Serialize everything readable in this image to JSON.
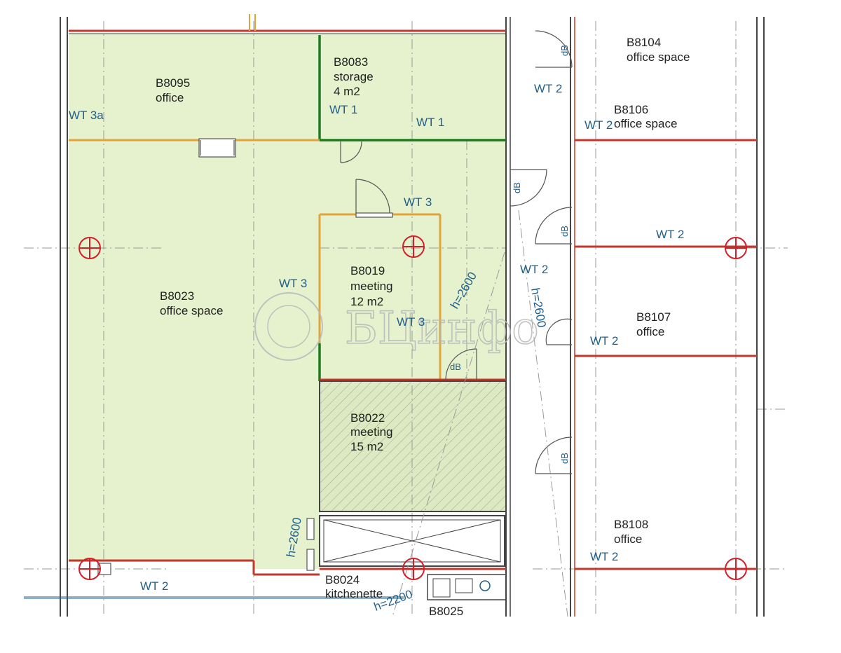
{
  "rooms": [
    {
      "id": "b8095",
      "code": "B8095",
      "lines": [
        "office"
      ]
    },
    {
      "id": "b8083",
      "code": "B8083",
      "lines": [
        "storage",
        "4 m2"
      ]
    },
    {
      "id": "b8023",
      "code": "B8023",
      "lines": [
        "office space"
      ]
    },
    {
      "id": "b8019",
      "code": "B8019",
      "lines": [
        "meeting",
        "12 m2"
      ]
    },
    {
      "id": "b8022",
      "code": "B8022",
      "lines": [
        "meeting",
        "15 m2"
      ]
    },
    {
      "id": "b8024",
      "code": "B8024",
      "lines": [
        "kitchenette"
      ]
    },
    {
      "id": "b8025",
      "code": "B8025",
      "lines": []
    },
    {
      "id": "b8104",
      "code": "B8104",
      "lines": [
        "office space"
      ]
    },
    {
      "id": "b8106",
      "code": "B8106",
      "lines": [
        "office space"
      ]
    },
    {
      "id": "b8107",
      "code": "B8107",
      "lines": [
        "office"
      ]
    },
    {
      "id": "b8108",
      "code": "B8108",
      "lines": [
        "office"
      ]
    }
  ],
  "wall_types": {
    "wt3a": "WT 3a",
    "wt1": "WT 1",
    "wt2": "WT 2",
    "wt3": "WT 3"
  },
  "door_tags": {
    "db": "dB"
  },
  "heights": {
    "h2600": "h=2600",
    "h2200": "h=2200"
  },
  "watermark": {
    "text": "БЦинфо"
  },
  "colors": {
    "room_fill": "#e5f2cd",
    "external_wall": "#c0392b",
    "wt1_green": "#1f7a1f",
    "wt3_orange": "#e0a43a",
    "column_ring": "#d0202a",
    "wall_tag_blue": "#1f5f8b",
    "dark_line": "#444444"
  }
}
